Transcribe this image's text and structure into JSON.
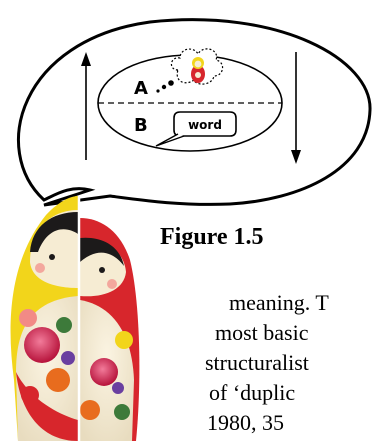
{
  "figure": {
    "caption": "Figure 1.5",
    "label_a": "A",
    "label_b": "B",
    "bubble_word": "word"
  },
  "body_text": {
    "lines": [
      "meaning. T",
      "most basic",
      "structuralist",
      "of   ‘duplic",
      "1980, 35"
    ]
  },
  "colors": {
    "doll_red": "#d7262c",
    "doll_yellow": "#f2d51b",
    "doll_cream": "#f6ecd3",
    "doll_hair": "#1c1a1a"
  }
}
